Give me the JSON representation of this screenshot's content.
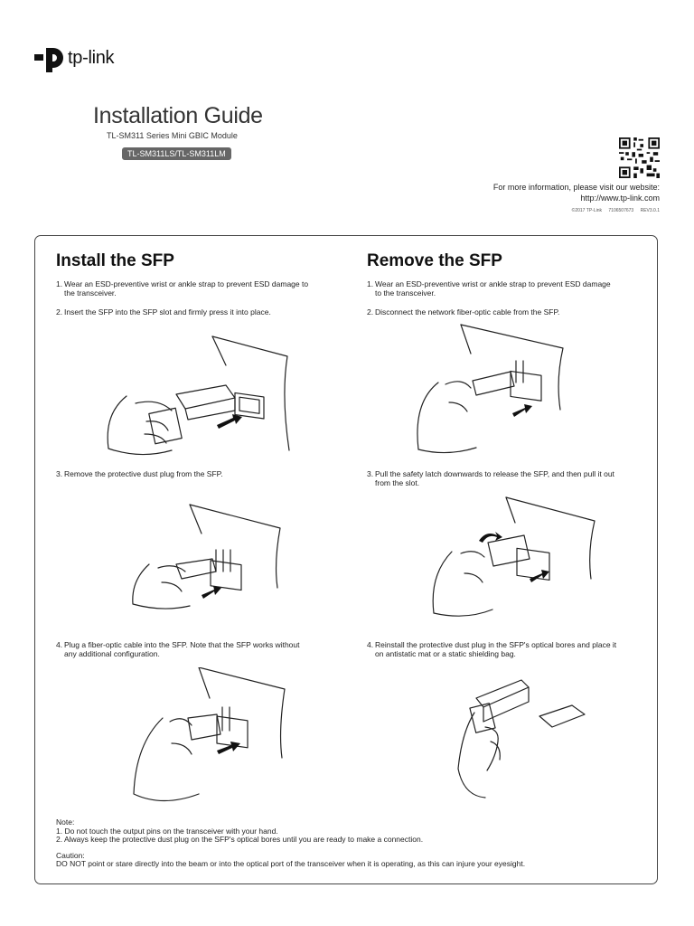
{
  "brand": {
    "name": "tp-link"
  },
  "header": {
    "title": "Installation Guide",
    "subtitle": "TL-SM311 Series Mini GBIC Module",
    "models": "TL-SM311LS/TL-SM311LM",
    "info_line1": "For more information, please visit our website:",
    "info_line2": "http://www.tp-link.com",
    "copyright": "©2017 TP-Link",
    "part_number": "7106507673",
    "revision": "REV3.0.1"
  },
  "install": {
    "heading": "Install the SFP",
    "steps": [
      {
        "num": "1.",
        "line1": "Wear an ESD-preventive wrist or ankle strap to prevent ESD damage to",
        "line2": "the transceiver."
      },
      {
        "num": "2.",
        "line1": "Insert the SFP into the SFP slot and firmly press it into place.",
        "line2": ""
      },
      {
        "num": "3.",
        "line1": "Remove the protective dust plug from the SFP.",
        "line2": ""
      },
      {
        "num": "4.",
        "line1": "Plug a fiber-optic cable into the SFP. Note that the SFP works without",
        "line2": "any additional configuration."
      }
    ]
  },
  "remove": {
    "heading": "Remove the SFP",
    "steps": [
      {
        "num": "1.",
        "line1": "Wear an ESD-preventive wrist or ankle strap to prevent ESD damage",
        "line2": "to the transceiver."
      },
      {
        "num": "2.",
        "line1": "Disconnect the network fiber-optic cable from the SFP.",
        "line2": ""
      },
      {
        "num": "3.",
        "line1": "Pull the safety latch downwards to release the SFP, and then pull it out",
        "line2": "from the slot."
      },
      {
        "num": "4.",
        "line1": "Reinstall the protective dust plug in the SFP's optical bores and place it",
        "line2": "on antistatic mat or a static shielding bag."
      }
    ]
  },
  "notes": {
    "note_title": "Note:",
    "note1": "1. Do not touch the output pins on the transceiver with your hand.",
    "note2": "2. Always keep the protective dust plug on the SFP's optical bores until you are ready to make a connection.",
    "caution_title": "Caution:",
    "caution": "DO NOT point or stare directly into the beam or into the optical port of the transceiver when it is operating, as this can injure your eyesight."
  }
}
